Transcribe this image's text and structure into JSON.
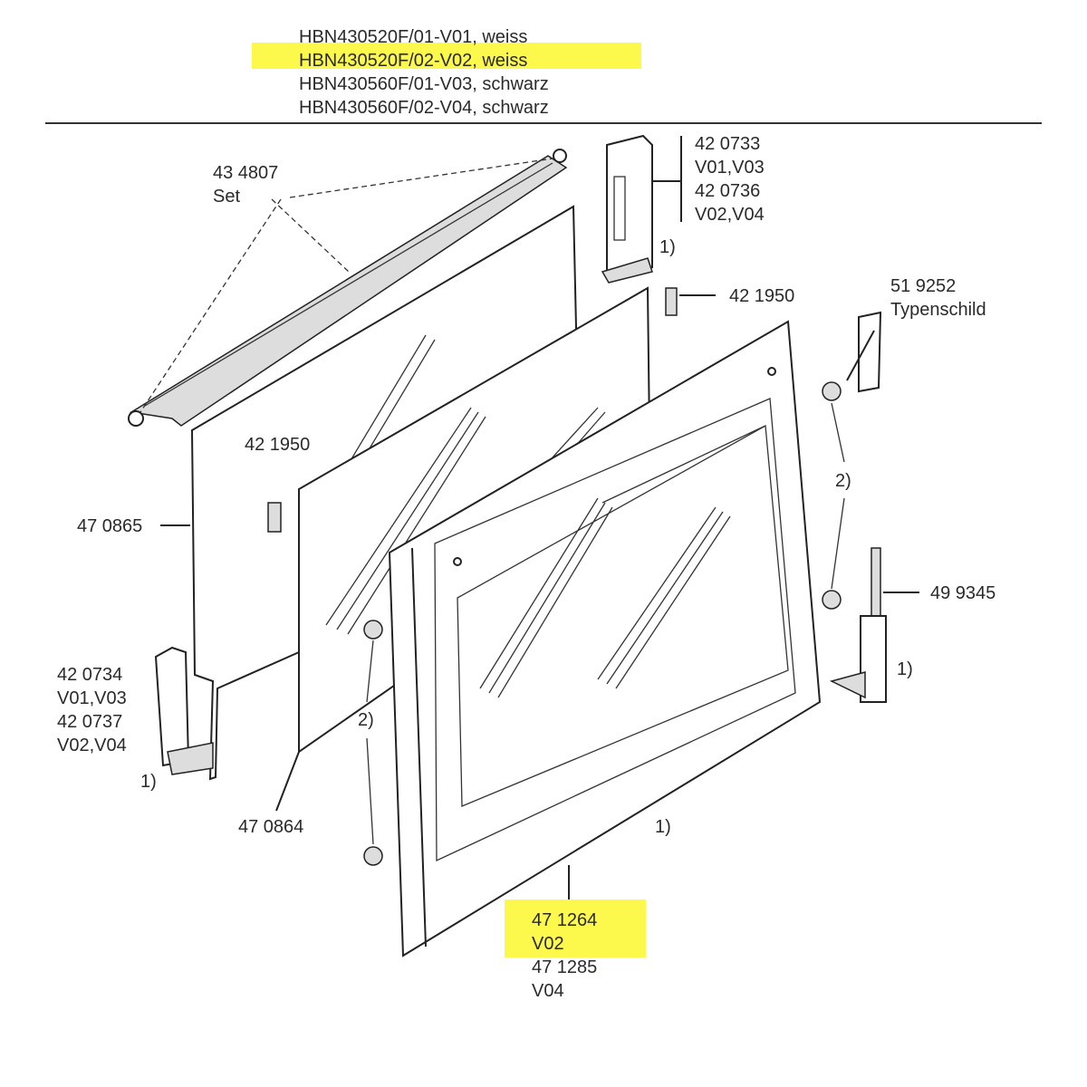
{
  "header": {
    "models": [
      "HBN430520F/01-V01, weiss",
      "HBN430520F/02-V02, weiss",
      "HBN430560F/01-V03, schwarz",
      "HBN430560F/02-V04, schwarz"
    ],
    "highlighted_model_index": 1,
    "highlight_color": "#fdf94c"
  },
  "labels": {
    "rail_set": {
      "part": "43 4807",
      "note": "Set"
    },
    "hinge_cover_right": {
      "l1": "42 0733",
      "l2": "V01,V03",
      "l3": "42 0736",
      "l4": "V02,V04",
      "ref": "1)"
    },
    "clip_top": "42 1950",
    "type_plate": {
      "part": "51 9252",
      "note": "Typenschild"
    },
    "clip_left": "42 1950",
    "back_glass": "47 0865",
    "spacer_right": "2)",
    "hinge": {
      "part": "49 9345",
      "ref": "1)"
    },
    "hinge_cover_left": {
      "l1": "42 0734",
      "l2": "V01,V03",
      "l3": "42 0737",
      "l4": "V02,V04",
      "ref": "1)"
    },
    "spacer_left": "2)",
    "middle_glass": "47 0864",
    "door_ref": "1)",
    "front_door": {
      "l1": "47 1264",
      "l2": "V02",
      "l3": "47 1285",
      "l4": "V04"
    },
    "front_door_highlight_color": "#fdf94c"
  }
}
